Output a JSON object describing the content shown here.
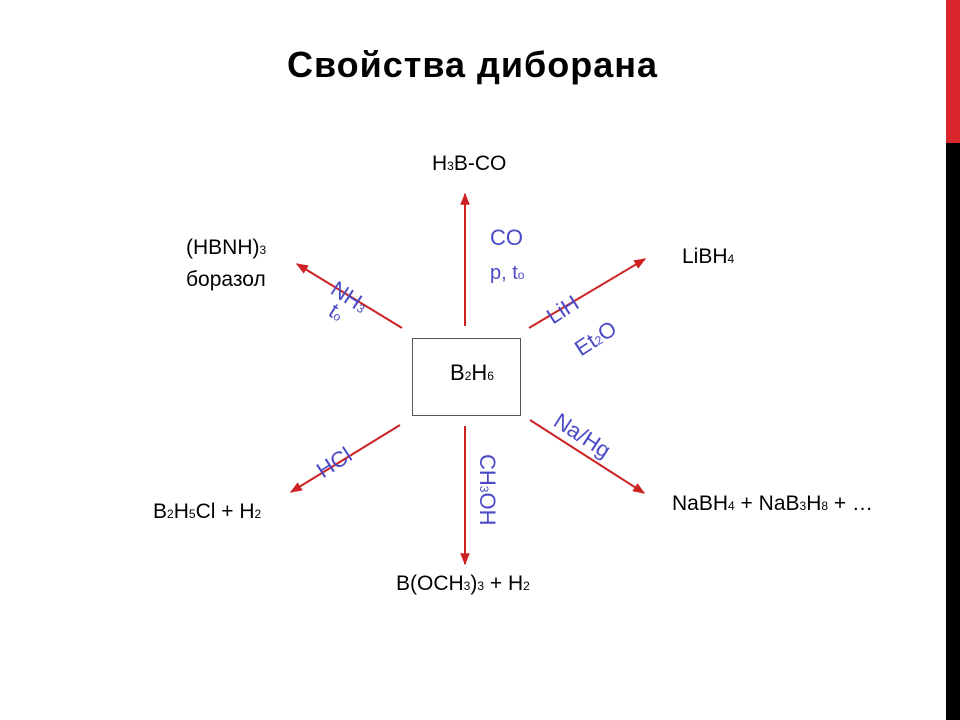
{
  "slide": {
    "title": "Свойства диборана",
    "accent_color": "#d9262b",
    "arrow_color": "#cc2222",
    "condition_color": "#4a4ac8"
  },
  "diagram": {
    "center": {
      "b1": "B",
      "s1": "2",
      "b2": "H",
      "s2": "6"
    },
    "top": {
      "product": {
        "p1": "H",
        "s1": "3",
        "p2": "B-CO"
      },
      "cond1": "CO",
      "cond2a": "p, t",
      "cond2b": "o"
    },
    "top_left": {
      "product": {
        "p1": "(HBNH)",
        "s1": "3",
        "name": "боразол"
      },
      "cond1a": "NH",
      "cond1b": "3",
      "cond2a": "t",
      "cond2b": "o"
    },
    "top_right": {
      "product": {
        "p1": "LiBH",
        "s1": "4"
      },
      "cond1": "LiH",
      "cond2a": "Et",
      "cond2b": "2",
      "cond2c": "O"
    },
    "bottom_left": {
      "product": {
        "p1": "B",
        "s1": "2",
        "p2": "H",
        "s2": "5",
        "p3": "Cl + H",
        "s3": "2"
      },
      "cond1": "HCl"
    },
    "bottom": {
      "product": {
        "p1": "B(OCH",
        "s1": "3",
        "p2": ")",
        "s2": "3",
        "p3": " + H",
        "s3": "2"
      },
      "cond1a": "CH",
      "cond1b": "3",
      "cond1c": "OH"
    },
    "bottom_right": {
      "product": {
        "p1": "NaBH",
        "s1": "4",
        "p2": " + NaB",
        "s2": "3",
        "p3": "H",
        "s3": "8",
        "p4": " + …"
      },
      "cond1": "Na/Hg"
    }
  }
}
